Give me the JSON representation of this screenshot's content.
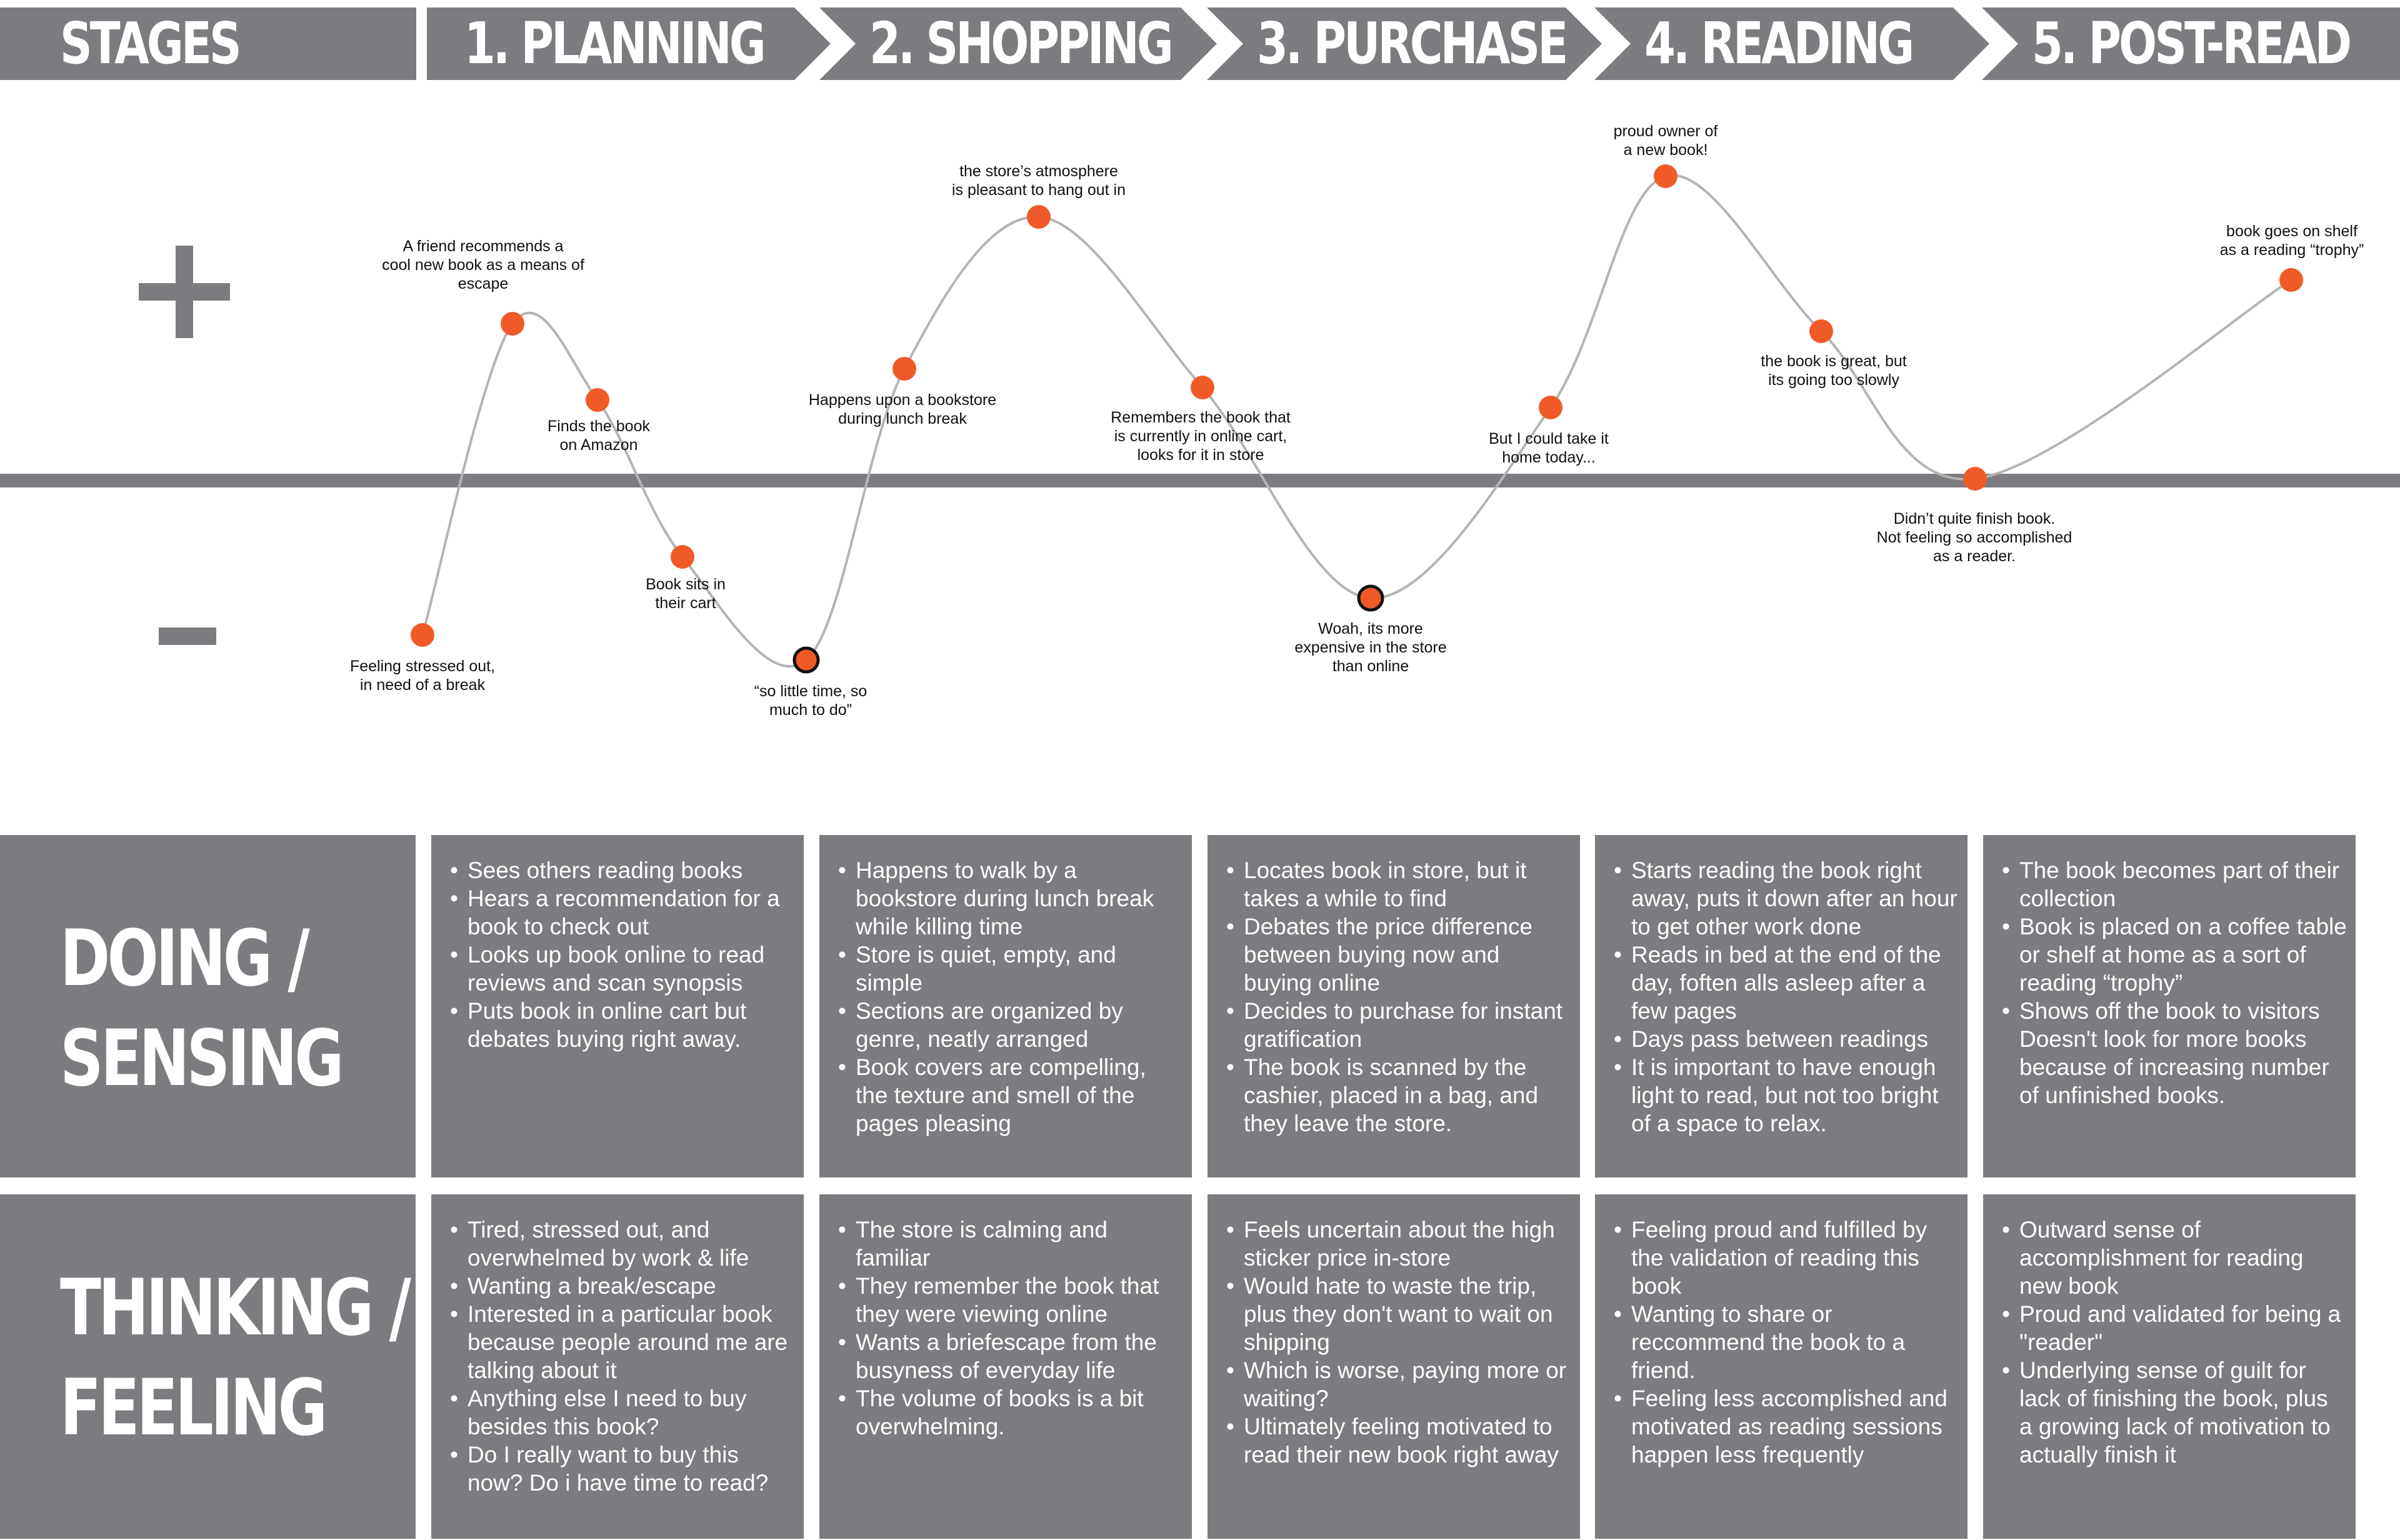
{
  "header": {
    "stages_label": "STAGES",
    "stages": [
      "1. PLANNING",
      "2. SHOPPING",
      "3. PURCHASE",
      "4. READING",
      "5. POST-READ"
    ]
  },
  "journey": {
    "positive_symbol": "+",
    "negative_symbol": "−",
    "points": [
      {
        "id": "p1",
        "lines": [
          "Feeling stressed out,",
          "in need of a break"
        ],
        "highlight": false
      },
      {
        "id": "p2",
        "lines": [
          "A friend recommends a",
          "cool new book as a means of",
          "escape"
        ],
        "highlight": false
      },
      {
        "id": "p3",
        "lines": [
          "Finds the book",
          "on Amazon"
        ],
        "highlight": false
      },
      {
        "id": "p4",
        "lines": [
          "Book sits in",
          "their cart"
        ],
        "highlight": false
      },
      {
        "id": "p5",
        "lines": [
          "“so little time, so",
          "much to do”"
        ],
        "highlight": true
      },
      {
        "id": "p6",
        "lines": [
          "Happens upon a bookstore",
          "during lunch break"
        ],
        "highlight": false
      },
      {
        "id": "p7",
        "lines": [
          "the store’s atmosphere",
          "is pleasant to hang out in"
        ],
        "highlight": false
      },
      {
        "id": "p8",
        "lines": [
          "Remembers the book that",
          "is currently in online cart,",
          "looks for it in store"
        ],
        "highlight": false
      },
      {
        "id": "p9",
        "lines": [
          "Woah, its more",
          "expensive in the store",
          "than online"
        ],
        "highlight": true
      },
      {
        "id": "p10",
        "lines": [
          "But I could take it",
          "home today..."
        ],
        "highlight": false
      },
      {
        "id": "p11",
        "lines": [
          "proud owner of",
          "a new book!"
        ],
        "highlight": false
      },
      {
        "id": "p12",
        "lines": [
          "the book is great, but",
          "its going too slowly"
        ],
        "highlight": false
      },
      {
        "id": "p13",
        "lines": [
          "Didn’t quite finish book.",
          "Not feeling so accomplished",
          "as a reader."
        ],
        "highlight": false
      },
      {
        "id": "p14",
        "lines": [
          "book goes on shelf",
          "as a reading “trophy”"
        ],
        "highlight": false
      }
    ],
    "colors": {
      "dot": "#f05a28",
      "curve": "#b4b4b4",
      "axis": "#7c7c80"
    }
  },
  "doing": {
    "label": [
      "DOING /",
      "SENSING"
    ],
    "columns": [
      [
        {
          "t": "Sees others reading books",
          "b": true
        },
        {
          "t": "Hears a recommendation for a book to check out",
          "b": true
        },
        {
          "t": "Looks up book online to read reviews and scan synopsis",
          "b": true
        },
        {
          "t": "Puts book in online cart but debates buying right away.",
          "b": true
        }
      ],
      [
        {
          "t": "Happens to walk by a bookstore during lunch break while killing time",
          "b": true
        },
        {
          "t": "Store is quiet, empty, and simple",
          "b": true
        },
        {
          "t": "Sections are organized by genre, neatly arranged",
          "b": true
        },
        {
          "t": "Book covers are compelling, the texture and smell of the pages pleasing",
          "b": true
        }
      ],
      [
        {
          "t": "Locates book in store, but it takes a while to find",
          "b": true
        },
        {
          "t": "Debates the price difference between buying now and buying online",
          "b": true
        },
        {
          "t": "Decides to purchase for instant gratification",
          "b": true
        },
        {
          "t": "The book is scanned by the cashier, placed in a bag, and they leave the store.",
          "b": true
        }
      ],
      [
        {
          "t": "Starts reading the book right away, puts it down after an hour to get other work done",
          "b": true
        },
        {
          "t": "Reads in bed at the end of the day, foften alls asleep after a few pages",
          "b": true
        },
        {
          "t": "Days pass between readings",
          "b": true
        },
        {
          "t": "It is important to have enough light to read, but not too bright of a space to relax.",
          "b": true
        }
      ],
      [
        {
          "t": "The book becomes part of their collection",
          "b": true
        },
        {
          "t": "Book is placed on a coffee table or shelf at home as a sort of reading “trophy”",
          "b": true
        },
        {
          "t": "Shows off the book to visitors",
          "b": true
        },
        {
          "t": "Doesn't look for more books because of increasing number of unfinished books.",
          "b": false
        }
      ]
    ]
  },
  "thinking": {
    "label": [
      "THINKING /",
      "FEELING"
    ],
    "columns": [
      [
        {
          "t": "Tired, stressed out, and overwhelmed by work & life",
          "b": true
        },
        {
          "t": "Wanting a break/escape",
          "b": true
        },
        {
          "t": "Interested in a particular book because people around me are talking about it",
          "b": true
        },
        {
          "t": "Anything else I need to buy besides this book?",
          "b": true
        },
        {
          "t": "Do I really want to buy this now? Do i have time to read?",
          "b": true
        }
      ],
      [
        {
          "t": "The store is calming and familiar",
          "b": true
        },
        {
          "t": "They remember the book that they were viewing online",
          "b": true
        },
        {
          "t": "Wants a briefescape from the busyness of everyday life",
          "b": true
        },
        {
          "t": "The volume of books is a bit overwhelming.",
          "b": true
        }
      ],
      [
        {
          "t": "Feels uncertain about the high sticker price in-store",
          "b": true
        },
        {
          "t": "Would hate to waste the trip, plus they don't want to wait on shipping",
          "b": true
        },
        {
          "t": "Which is worse, paying more or waiting?",
          "b": true
        },
        {
          "t": "Ultimately feeling motivated to read their new book right away",
          "b": true
        }
      ],
      [
        {
          "t": "Feeling proud and fulfilled by the validation of reading this book",
          "b": true
        },
        {
          "t": "Wanting to share or reccommend the book to a friend.",
          "b": true
        },
        {
          "t": "Feeling less accomplished and motivated as reading sessions happen less frequently",
          "b": true
        }
      ],
      [
        {
          "t": "Outward sense of accomplishment for reading new book",
          "b": true
        },
        {
          "t": "Proud and validated for being a \"reader\"",
          "b": true
        },
        {
          "t": "Underlying sense of guilt for lack of finishing the book, plus a growing lack of motivation to actually finish it",
          "b": true
        }
      ]
    ]
  }
}
